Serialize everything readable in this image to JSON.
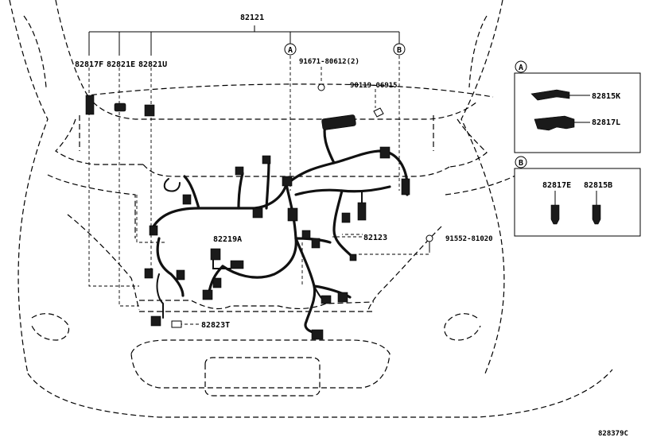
{
  "labels": {
    "main_harness": "82121",
    "p82817F": "82817F",
    "p82821E": "82821E",
    "p82821U": "82821U",
    "p91671": "91671-80612(2)",
    "p90119": "90119-06915",
    "p82219A": "82219A",
    "p82123": "82123",
    "p91552": "91552-81020",
    "p82823T": "82823T",
    "callout_a": "A",
    "callout_b": "B"
  },
  "inset_a": {
    "marker": "A",
    "p82815K": "82815K",
    "p82817L": "82817L"
  },
  "inset_b": {
    "marker": "B",
    "p82817E": "82817E",
    "p82815B": "82815B"
  },
  "figure_id": "828379C"
}
